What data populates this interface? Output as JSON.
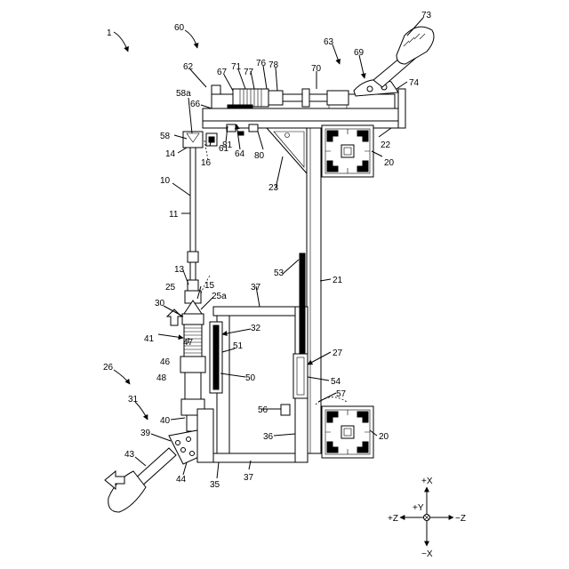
{
  "figure": {
    "labels": [
      {
        "id": "l1",
        "text": "1"
      },
      {
        "id": "l60",
        "text": "60"
      },
      {
        "id": "l73",
        "text": "73"
      },
      {
        "id": "l63",
        "text": "63"
      },
      {
        "id": "l69",
        "text": "69"
      },
      {
        "id": "l62",
        "text": "62"
      },
      {
        "id": "l67",
        "text": "67"
      },
      {
        "id": "l71",
        "text": "71"
      },
      {
        "id": "l77",
        "text": "77"
      },
      {
        "id": "l76",
        "text": "76"
      },
      {
        "id": "l78",
        "text": "78"
      },
      {
        "id": "l70",
        "text": "70"
      },
      {
        "id": "l74",
        "text": "74"
      },
      {
        "id": "l58a",
        "text": "58a"
      },
      {
        "id": "l66",
        "text": "66"
      },
      {
        "id": "l58",
        "text": "58"
      },
      {
        "id": "l14",
        "text": "14"
      },
      {
        "id": "l16",
        "text": "16"
      },
      {
        "id": "l61",
        "text": "61"
      },
      {
        "id": "l81",
        "text": "81"
      },
      {
        "id": "l64",
        "text": "64"
      },
      {
        "id": "l80",
        "text": "80"
      },
      {
        "id": "l23",
        "text": "23"
      },
      {
        "id": "l22",
        "text": "22"
      },
      {
        "id": "l20a",
        "text": "20"
      },
      {
        "id": "l10",
        "text": "10"
      },
      {
        "id": "l11",
        "text": "11"
      },
      {
        "id": "l13",
        "text": "13"
      },
      {
        "id": "l25",
        "text": "25"
      },
      {
        "id": "l15",
        "text": "15"
      },
      {
        "id": "l25a",
        "text": "25a"
      },
      {
        "id": "l37a",
        "text": "37"
      },
      {
        "id": "l53",
        "text": "53"
      },
      {
        "id": "l21",
        "text": "21"
      },
      {
        "id": "l30",
        "text": "30"
      },
      {
        "id": "l32",
        "text": "32"
      },
      {
        "id": "l41",
        "text": "41"
      },
      {
        "id": "l47",
        "text": "47"
      },
      {
        "id": "l46",
        "text": "46"
      },
      {
        "id": "l48",
        "text": "48"
      },
      {
        "id": "l51",
        "text": "51"
      },
      {
        "id": "l27",
        "text": "27"
      },
      {
        "id": "l26",
        "text": "26"
      },
      {
        "id": "l50",
        "text": "50"
      },
      {
        "id": "l54",
        "text": "54"
      },
      {
        "id": "l57",
        "text": "57"
      },
      {
        "id": "l31",
        "text": "31"
      },
      {
        "id": "l56",
        "text": "56"
      },
      {
        "id": "l40",
        "text": "40"
      },
      {
        "id": "l36",
        "text": "36"
      },
      {
        "id": "l39",
        "text": "39"
      },
      {
        "id": "l20b",
        "text": "20"
      },
      {
        "id": "l43",
        "text": "43"
      },
      {
        "id": "l44",
        "text": "44"
      },
      {
        "id": "l35",
        "text": "35"
      },
      {
        "id": "l37b",
        "text": "37"
      }
    ],
    "axes": {
      "plus_x": "+X",
      "minus_x": "−X",
      "plus_z": "+Z",
      "minus_z": "−Z",
      "plus_y": "+Y"
    }
  }
}
